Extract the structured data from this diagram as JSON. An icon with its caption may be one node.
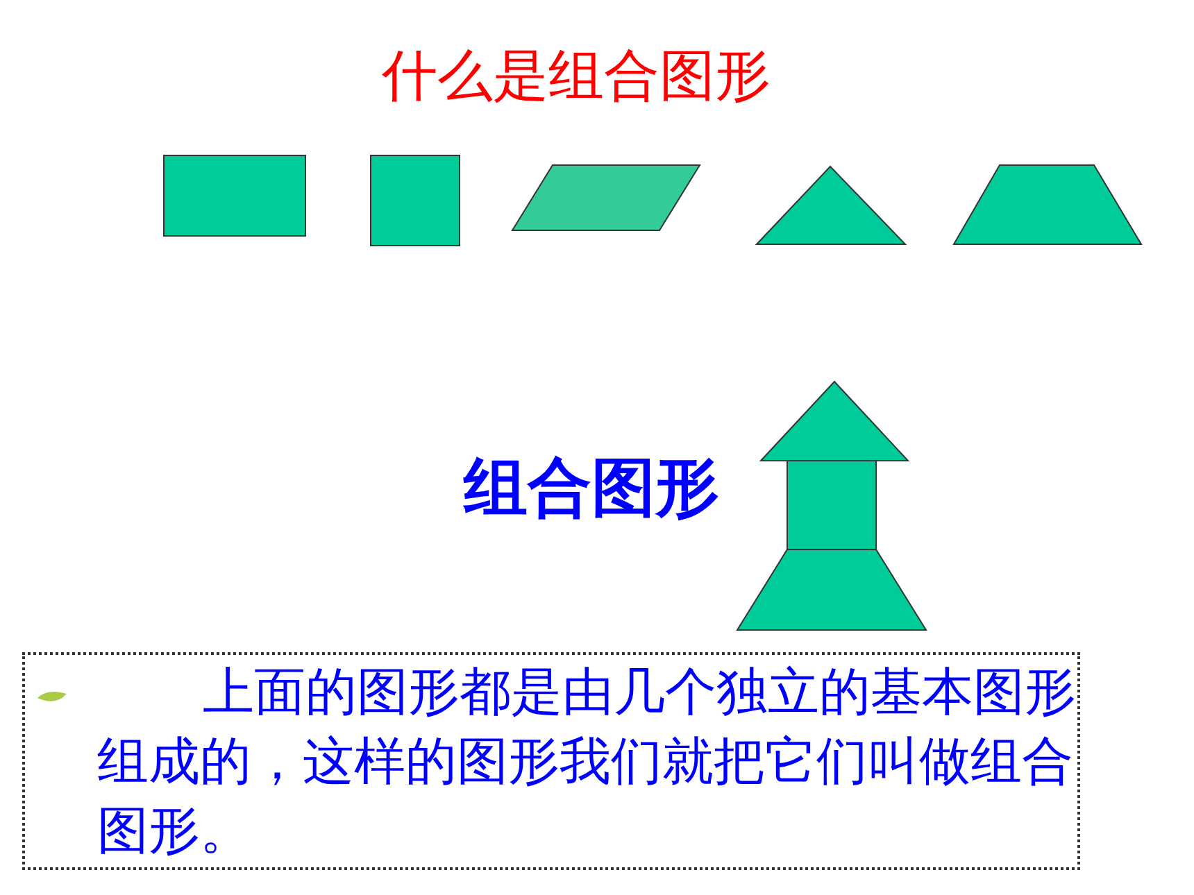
{
  "diagram": {
    "title": "什么是组合图形",
    "nodes": [
      {
        "text": [
          "上面的图形都是由几个独立的基本图形组成的，这样的图形我们就把它们叫做组合图形。"
        ]
      }
    ],
    "labels": [
      "组合图形"
    ]
  }
}
